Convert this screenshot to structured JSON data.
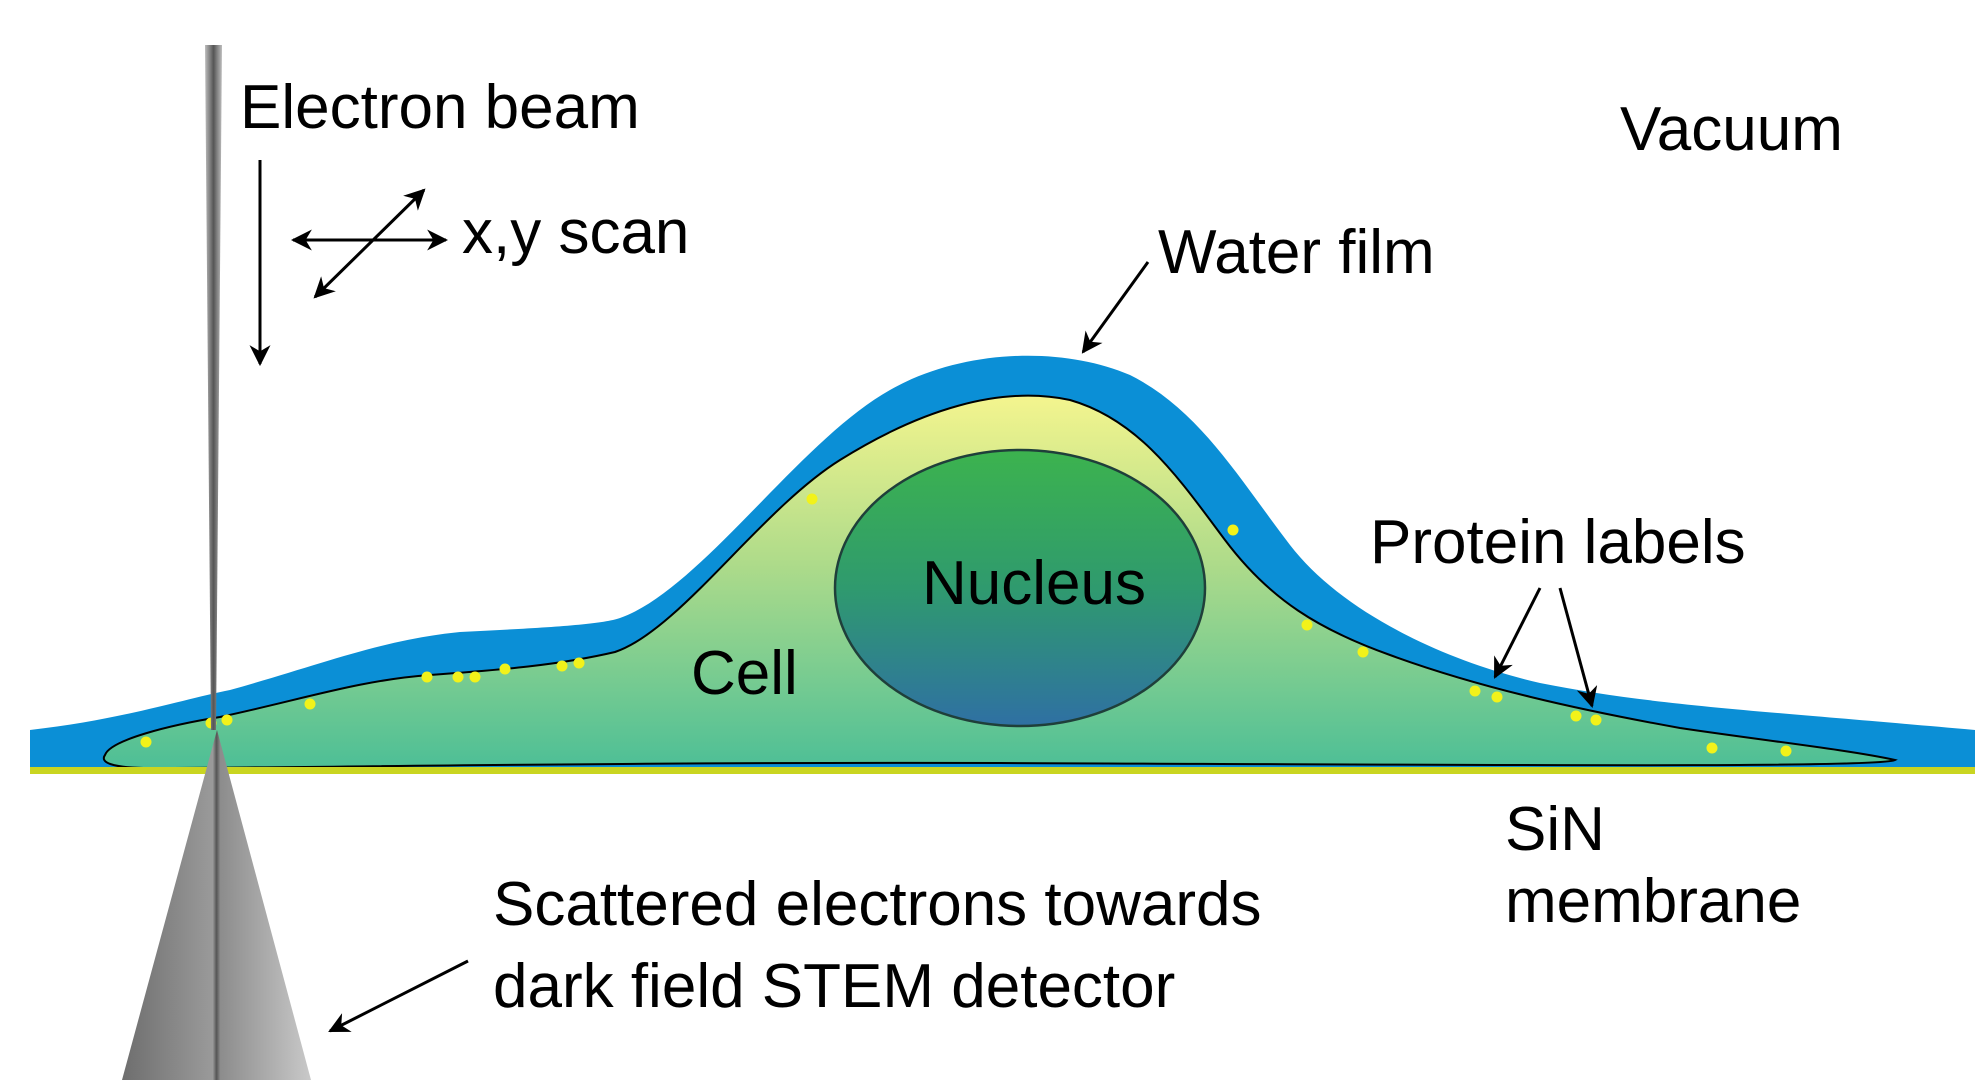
{
  "labels": {
    "electron_beam": "Electron beam",
    "scan": "x,y scan",
    "vacuum": "Vacuum",
    "water_film": "Water film",
    "nucleus": "Nucleus",
    "cell": "Cell",
    "protein_labels": "Protein labels",
    "sin_line1": "SiN",
    "sin_line2": "membrane",
    "scattered_line1": "Scattered electrons towards",
    "scattered_line2": "dark field STEM detector"
  },
  "colors": {
    "water": "#0b8fd6",
    "membrane": "#c9d521",
    "cell_top": "#f4f58e",
    "cell_bottom": "#4dbf96",
    "nucleus_top": "#3cb34e",
    "nucleus_bottom": "#2f70a3",
    "protein_dot": "#f2f21a"
  }
}
